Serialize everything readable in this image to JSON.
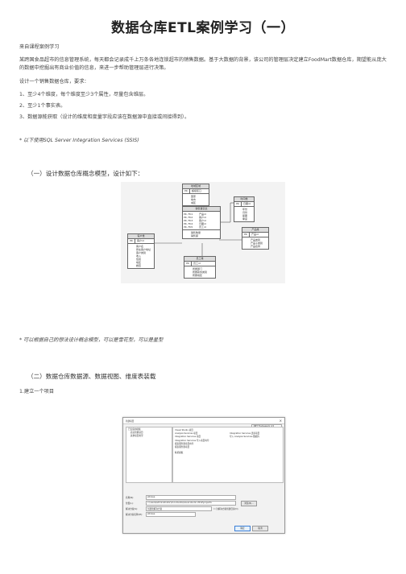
{
  "doc": {
    "title": "数据仓库ETL案例学习（一）",
    "source": "来自课程案例学习",
    "intro": "某跨国食品超市的信息管理系统，每天都会记录成千上万条各地连锁超市的销售数据。基于大数据的背景，该公司的管理层决定建立FoodMart数据仓库，期望能从庞大的数据中挖掘出有商业价值的信息，来进一步帮助管理层进行决策。",
    "task_intro": "设计一个销售数据仓库，要求：",
    "req1": "1、至少4个维度，每个维度至少3个属性，尽量包含维层。",
    "req2": "2、至少1个事实表。",
    "req3": "3、数据源能获取（设计的维度和度量字段应该在数据源中直接或间接得到）。",
    "note_tool": "* 以下使用SQL Server Integration Services (SSIS)",
    "section1": "（一）设计数据仓库概念模型，设计如下：",
    "note_model": "* 可以根据自己的想法设计概念模型，可以是雪花型，可以是星型",
    "section2": "（二）数据仓库数据源、数据视图、维度表装载",
    "step1": "1.建立一个项目"
  },
  "er": {
    "region": {
      "name": "地域区域",
      "key": "PK",
      "pk": "超级区口",
      "attrs": [
        "国家",
        "地市",
        "城区"
      ]
    },
    "time": {
      "name": "时间维",
      "key": "PK",
      "pk": "日期id",
      "attrs": [
        "年份",
        "月份",
        "星期",
        "季度"
      ]
    },
    "fact": {
      "name": "销售事实表",
      "keys": [
        "PK, FK1",
        "PK, FK2",
        "PK, FK3",
        "PK, FK4",
        "PK, FK5"
      ],
      "pks": [
        "产品id",
        "客户id",
        "客户id",
        "日期id",
        "员工id"
      ],
      "attrs": [
        "销售数量",
        "销售额"
      ]
    },
    "customer": {
      "name": "客户维",
      "key": "PK",
      "pk": "客户id",
      "attrs": [
        "客户名",
        "所在客户地址",
        "客户类别",
        "收入",
        "性别",
        "地区",
        "婚否"
      ]
    },
    "product": {
      "name": "产品维",
      "key": "PK",
      "pk": "产品id",
      "attrs": [
        "产品类别",
        "产品子类别",
        "产品名称"
      ]
    },
    "employee": {
      "name": "员工维",
      "key": "PK",
      "pk": "员工id",
      "attrs": [
        "所属部门",
        "所属职务类别",
        "所属地区"
      ]
    }
  },
  "dialog": {
    "title": "新建项目",
    "close": "×",
    "framework": ".NET Framework 4.5",
    "tree_items": [
      "已安装的模板",
      "商业智能项目",
      "其他项目类型"
    ],
    "list_items": [
      "Visual Studio 项目",
      "Analysis Services 项目",
      "Integration Services 项目",
      "Integration Services 导入项目向导",
      "报表服务器项目向导",
      "报表服务器项目",
      "联机模板"
    ],
    "list_items_right": [
      "Integration Services 连接项目",
      "导入 Analysis Services 数据库"
    ],
    "label_name": "名称(N):",
    "label_location": "位置(L):",
    "label_solution": "解决方案(S):",
    "label_solution_name": "解决方案名称(M):",
    "value_name": "etlcase",
    "value_location": "c:\\users\\administrator\\documents\\visual studio 2012\\projects",
    "value_solution": "创建新解决方案",
    "value_solution_name": "etlcase",
    "browse": "浏览(B)...",
    "checkbox_dir": "为解决方案创建目录(D)",
    "ok": "确定",
    "cancel": "取消"
  }
}
